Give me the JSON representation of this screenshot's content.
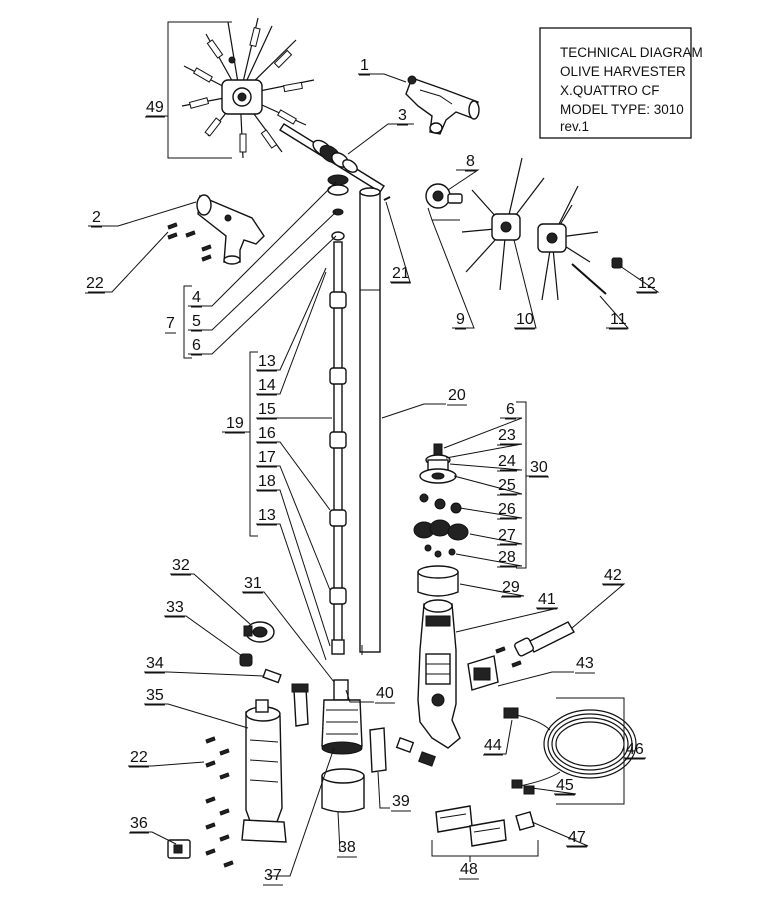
{
  "title_block": {
    "line1": "TECHNICAL DIAGRAM",
    "line2": "OLIVE HARVESTER",
    "line3": "X.QUATTRO CF",
    "line4": "MODEL TYPE: 3010",
    "line5": "rev.1"
  },
  "callouts": {
    "c1": "1",
    "c2": "2",
    "c3": "3",
    "c4": "4",
    "c5": "5",
    "c6a": "6",
    "c6b": "6",
    "c7": "7",
    "c8": "8",
    "c9": "9",
    "c10": "10",
    "c11": "11",
    "c12": "12",
    "c13a": "13",
    "c13b": "13",
    "c14": "14",
    "c15": "15",
    "c16": "16",
    "c17": "17",
    "c18": "18",
    "c19": "19",
    "c20": "20",
    "c21": "21",
    "c22a": "22",
    "c22b": "22",
    "c23": "23",
    "c24": "24",
    "c25": "25",
    "c26": "26",
    "c27": "27",
    "c28": "28",
    "c29": "29",
    "c30": "30",
    "c31": "31",
    "c32": "32",
    "c33": "33",
    "c34": "34",
    "c35": "35",
    "c36": "36",
    "c37": "37",
    "c38": "38",
    "c39": "39",
    "c40": "40",
    "c41": "41",
    "c42": "42",
    "c43": "43",
    "c44": "44",
    "c45": "45",
    "c46": "46",
    "c47": "47",
    "c48": "48",
    "c49": "49"
  }
}
